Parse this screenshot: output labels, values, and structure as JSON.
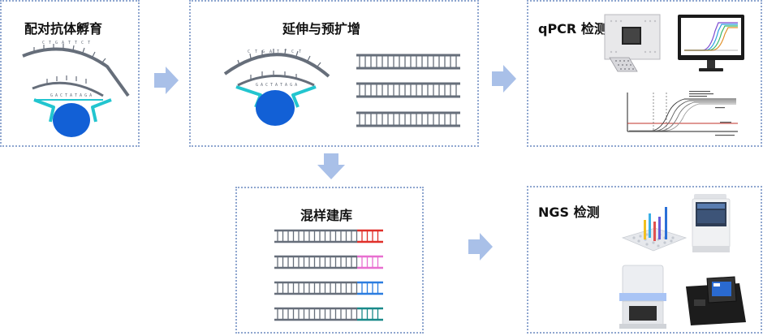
{
  "steps": {
    "incubation": {
      "title": "配对抗体孵育"
    },
    "extension": {
      "title": "延伸与预扩增"
    },
    "library": {
      "title": "混样建库"
    },
    "qpcr": {
      "title": "qPCR 检测"
    },
    "ngs": {
      "title": "NGS 检测"
    }
  },
  "colors": {
    "panel_border": "#8fa6cf",
    "arrow": "#a9c0e8",
    "antibody_arm": "#666e7a",
    "antibody_stem": "#22c5cf",
    "antigen": "#1260d6",
    "dna": "#666e7a",
    "barcodes": [
      "#e0302a",
      "#e86fd0",
      "#2b7de0",
      "#1a8a8a"
    ]
  },
  "icons": [
    "flow-arrow-icon",
    "antibody-pair-icon",
    "dna-duplex-icon",
    "pcr-plate-icon",
    "monitor-icon",
    "amplification-curve-icon",
    "ngs-chip-icon",
    "sequencer-icon"
  ],
  "oligo_letters": {
    "upper": "CTGATTCT",
    "lower": "GACTATAGA"
  }
}
